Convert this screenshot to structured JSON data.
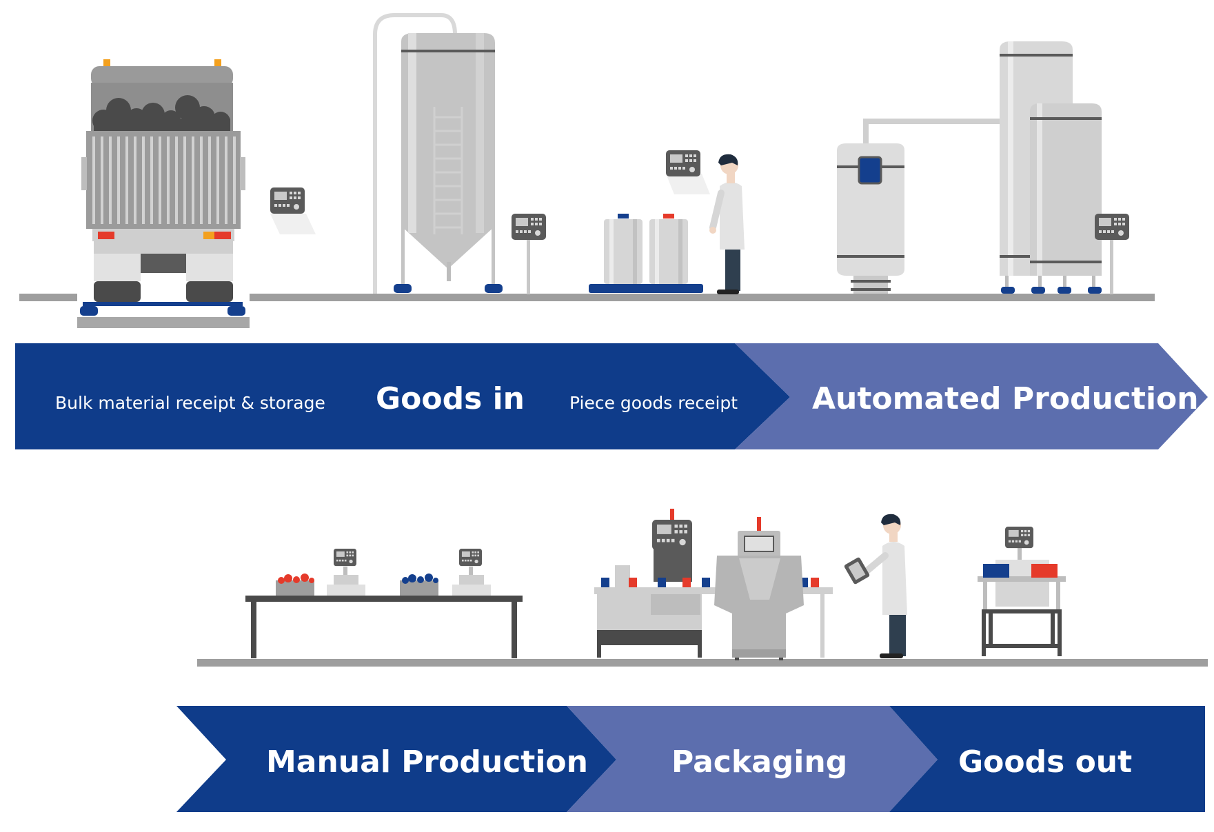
{
  "top_flow": {
    "bulk_label": "Bulk material receipt & storage",
    "goods_in_label": "Goods in",
    "piece_label": "Piece goods receipt",
    "automated_label": "Automated Production"
  },
  "bottom_flow": {
    "manual_label": "Manual Production",
    "packaging_label": "Packaging",
    "goods_out_label": "Goods out"
  },
  "colors": {
    "dark_blue": "#0f3c8a",
    "light_blue": "#5c6eae",
    "floor_gray": "#9e9e9e",
    "steel_light": "#dcdcdc",
    "steel_mid": "#c0c0c0",
    "dark_gray": "#4a4a4a",
    "accent_red": "#e53a2a",
    "accent_orange": "#f3a01e",
    "scale_blue": "#143f8d"
  }
}
